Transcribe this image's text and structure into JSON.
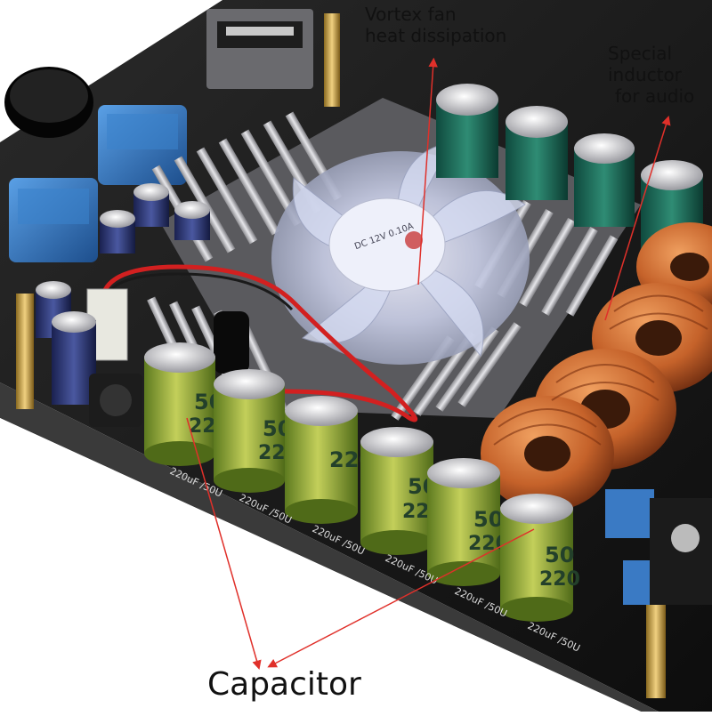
{
  "image": {
    "subject": "Amplifier circuit board with vortex fan, capacitors and toroidal inductors",
    "background": "#ffffff"
  },
  "callouts": {
    "fan": {
      "line1": "Vortex fan",
      "line2": "heat dissipation"
    },
    "inductor": {
      "line1": "Special",
      "line2": "inductor",
      "line3": "for audio"
    },
    "capacitor": {
      "label": "Capacitor"
    }
  },
  "board_markings": {
    "cap_spec": "220uF /50U",
    "cap_value_top": "50",
    "cap_value_bottom": "220",
    "fan_label": "DC 12V 0.10A"
  },
  "colors": {
    "arrow": "#e0302a",
    "board": "#1a1a1a",
    "heatsink": "#c9c9cc",
    "capacitor_sleeve": "#8fa83a",
    "inductor_copper": "#c5622a",
    "pot_blue": "#2f6fb5"
  }
}
